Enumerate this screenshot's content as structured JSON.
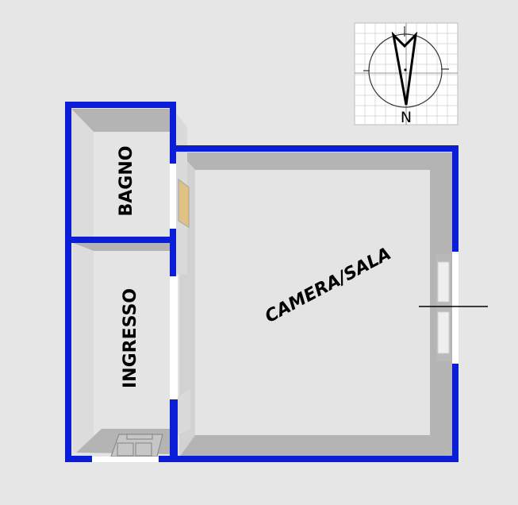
{
  "compass": {
    "north_label": "N"
  },
  "rooms": [
    {
      "id": "bagno",
      "label": "BAGNO"
    },
    {
      "id": "ingresso",
      "label": "INGRESSO"
    },
    {
      "id": "camera-sala",
      "label": "CAMERA/SALA"
    }
  ],
  "colors": {
    "wall": "#0a1ed8",
    "floor": "#e4e4e4",
    "wall_shadow": "#b4b4b4",
    "background": "#e6e6e6",
    "door_wood": "#e2c184"
  }
}
